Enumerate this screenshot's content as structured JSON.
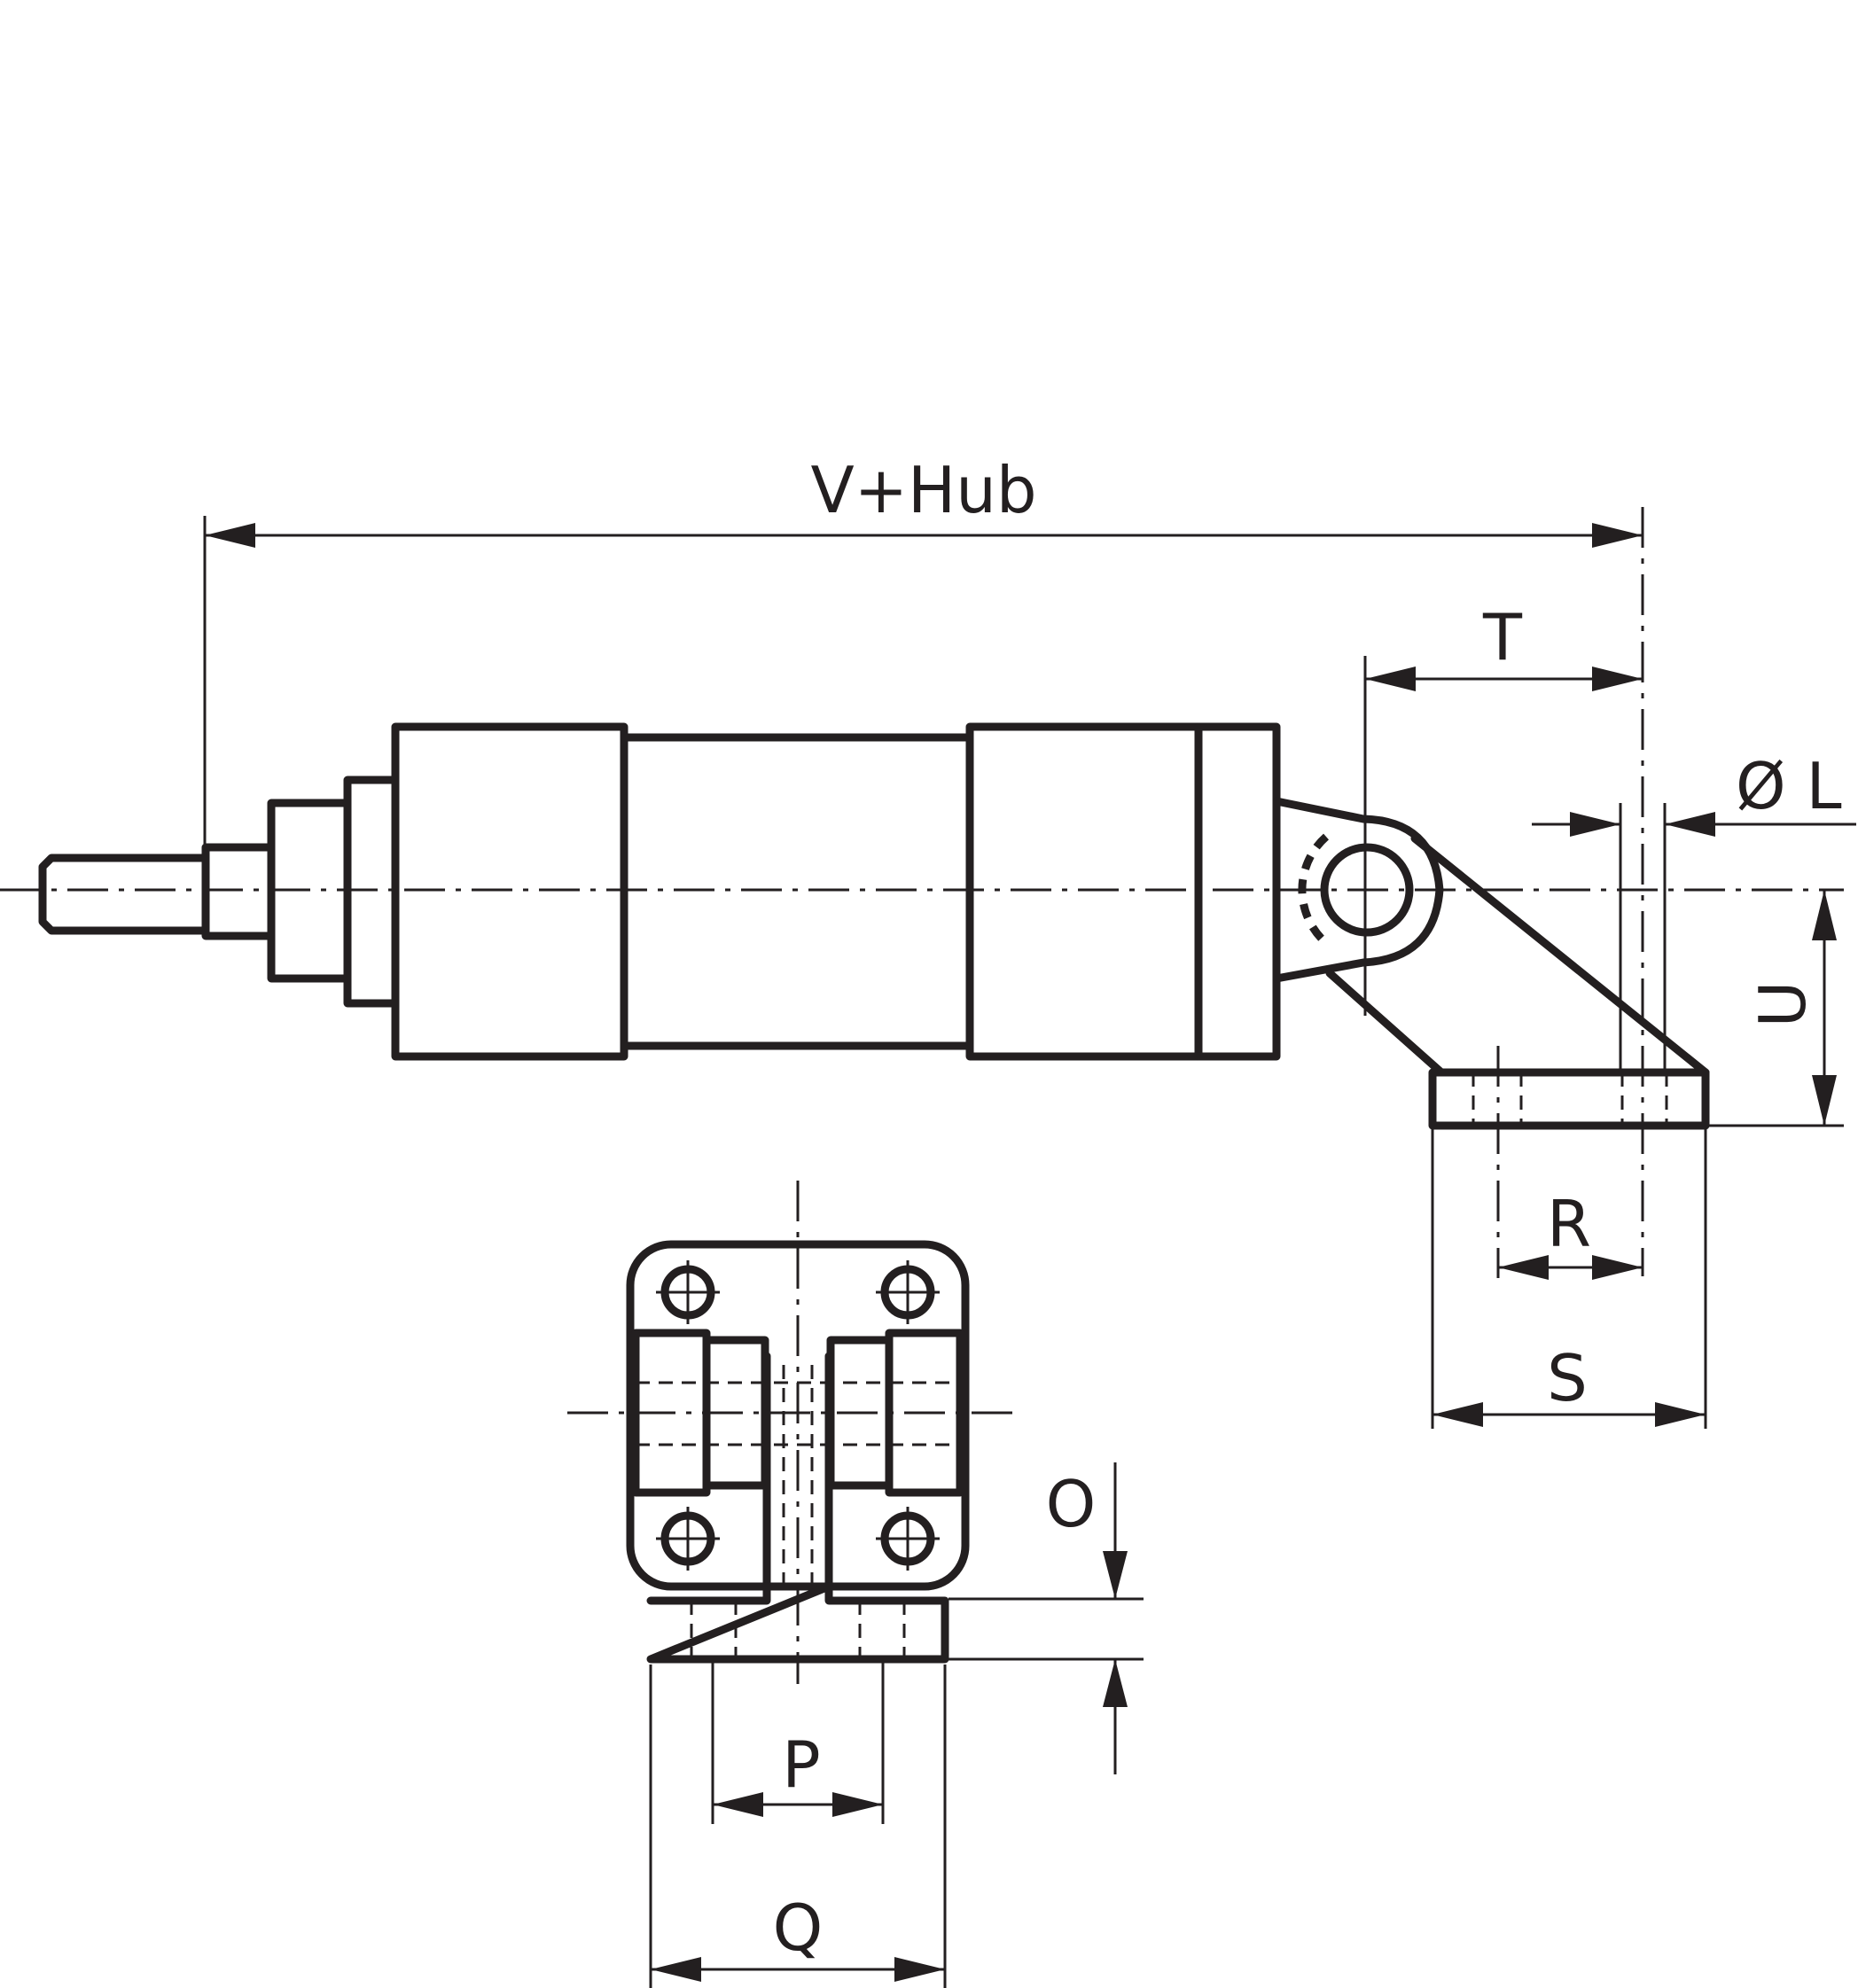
{
  "dimensions": {
    "v_hub": "V+Hub",
    "t": "T",
    "dia_l": "Ø L",
    "u": "U",
    "r": "R",
    "s": "S",
    "o": "O",
    "p": "P",
    "q": "Q"
  },
  "line_color": "#231f20"
}
